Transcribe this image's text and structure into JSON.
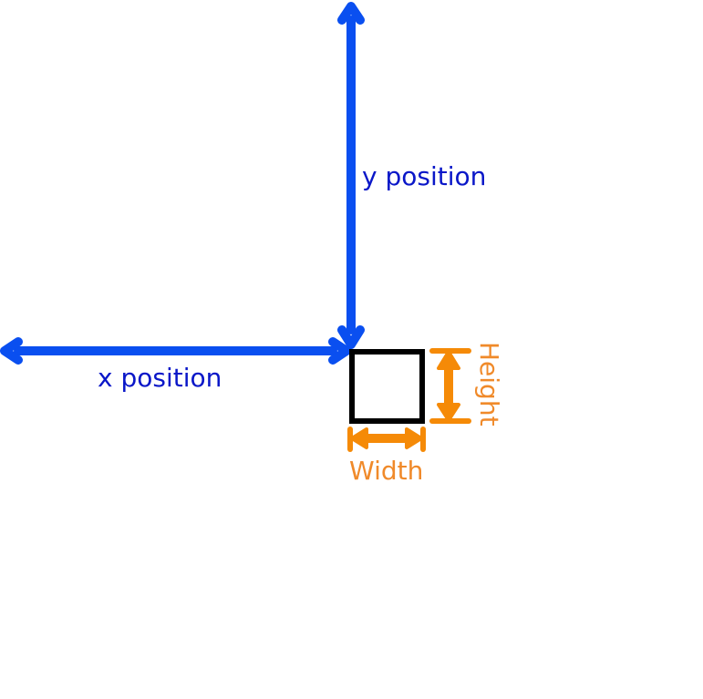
{
  "labels": {
    "y_position": "y position",
    "x_position": "x position",
    "width": "Width",
    "height": "Height"
  },
  "colors": {
    "position_arrow": "#0a4ff0",
    "position_text": "#0a17c8",
    "size_arrow": "#f58a07",
    "size_text": "#f08a2a",
    "box_stroke": "#000000",
    "background": "#ffffff"
  }
}
